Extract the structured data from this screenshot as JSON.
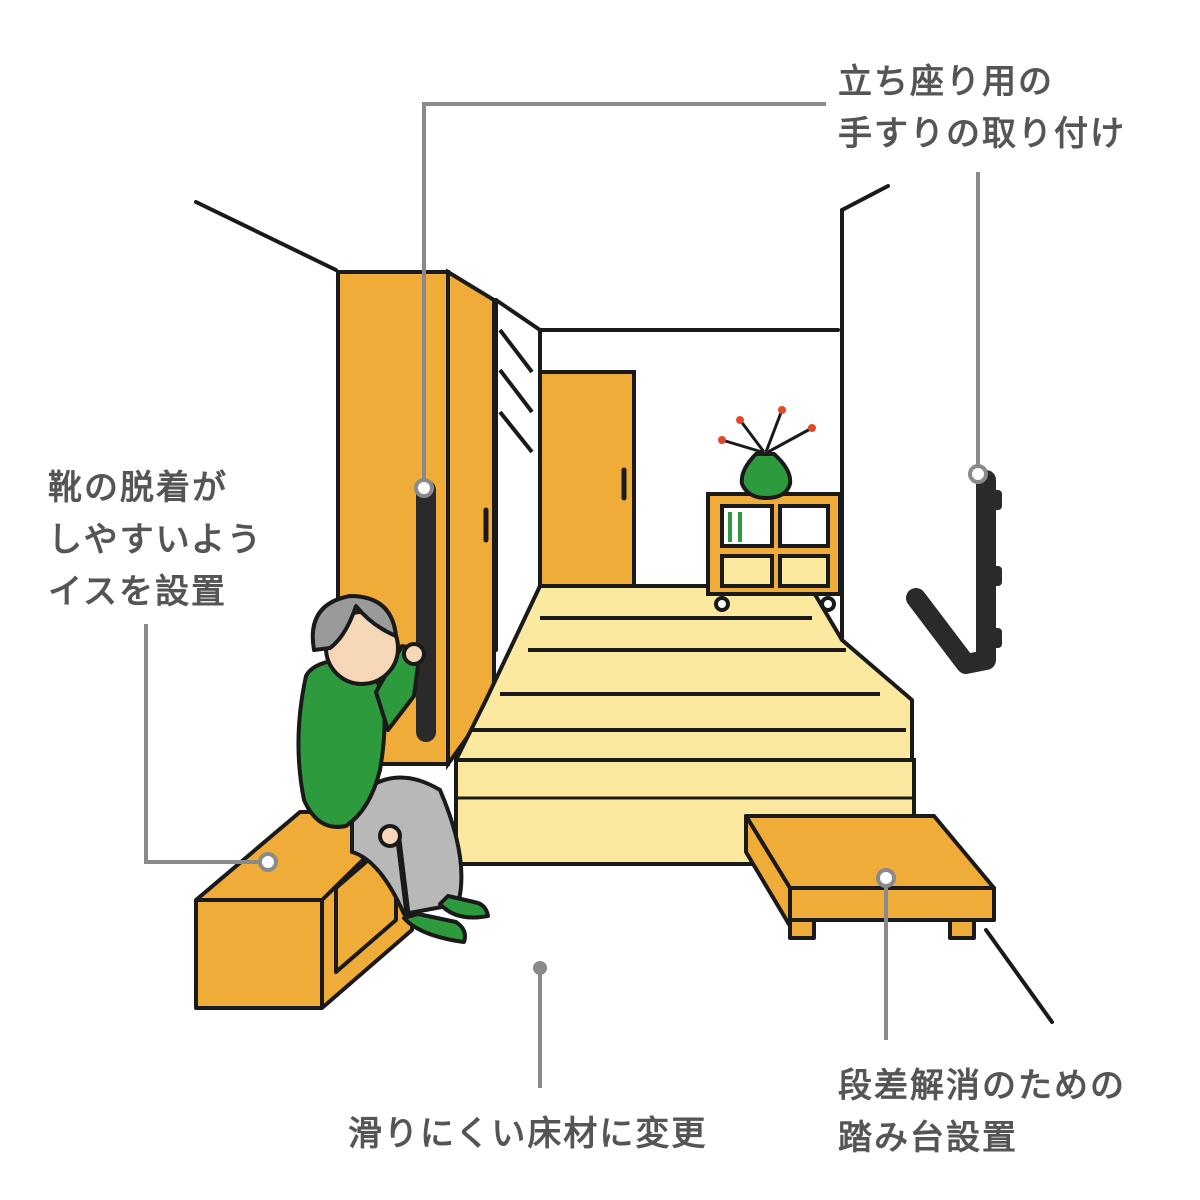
{
  "annotations": {
    "handrail": {
      "lines": [
        "立ち座り用の",
        "手すりの取り付け"
      ]
    },
    "bench": {
      "lines": [
        "靴の脱着が",
        "しやすいよう",
        "イスを設置"
      ]
    },
    "floor": {
      "lines": [
        "滑りにくい床材に変更"
      ]
    },
    "step": {
      "lines": [
        "段差解消のための",
        "踏み台設置"
      ]
    }
  },
  "colors": {
    "wood": "#f0ac38",
    "floor": "#fbe9a0",
    "sweater": "#2e9a3e",
    "skirt": "#b8b8b8",
    "hair": "#9a9a9a",
    "handrail": "#2a2a2a",
    "leader": "#8a8a8a",
    "label": "#555555",
    "outline": "#1a1a1a"
  },
  "icons": {
    "handrail": "grab-bar-icon",
    "bench": "bench-icon",
    "step": "step-stool-icon",
    "vase": "vase-icon",
    "shelf": "shelf-icon"
  }
}
